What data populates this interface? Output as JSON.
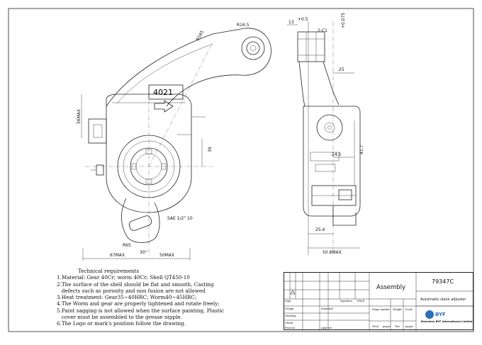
{
  "drawing": {
    "part_code": "4021",
    "dimensions": {
      "r16_5": "R16.5",
      "r165": "R165",
      "d56max": "56MAX",
      "d39": "39",
      "sae": "SAE 1/2\" 10",
      "r65": "R65",
      "d67max": "67MAX",
      "d50max": "50MAX",
      "d13": "13",
      "d2c1": "2-C1",
      "d25": "25",
      "d24_5": "24.5",
      "d41_7": "41.7",
      "d25_4": "25.4",
      "d50_8max": "50.8MAX",
      "angle_deg": "30°",
      "tol_top": "+0.5",
      "tol_right": "+0.075"
    }
  },
  "requirements": {
    "title": "Technical requirements",
    "items": [
      "1.Material: Gear 40Cr; worm 40Cr; Shell QT450-10",
      "2.The surface of the shell should be flat and smooth, Casting",
      "   defects such as porosity and non fusion are not allowed",
      "3.Heat treatment: Gear35~40HRC; Worm40~45HRC;",
      "4.The Worm and gear are properly tightened and rotate freely;",
      "5.Paint sagging is not allowed when the surface painting, Plastic",
      "   cover must be assembled to the grease nipple.",
      "6.The Logo or mark's position follow the drawing."
    ]
  },
  "title_block": {
    "assembly": "Assembly",
    "part_number": "79347C",
    "part_name": "Automatic slack adjuster",
    "company": "Shenzhen BYF International Limited",
    "logo": "BYF",
    "labels": {
      "sign": "Sign",
      "design": "Design",
      "standard": "Standard",
      "drawing": "Drawing",
      "check": "Check",
      "process": "Process",
      "approve": "Approve",
      "stage_marker": "Stage marker",
      "weight": "Weight",
      "scale": "Scale",
      "total": "Total",
      "pages_a": "pages",
      "the": "The",
      "pages_b": "pages",
      "signature": "Signature",
      "ymd": "Y/M/D"
    }
  }
}
